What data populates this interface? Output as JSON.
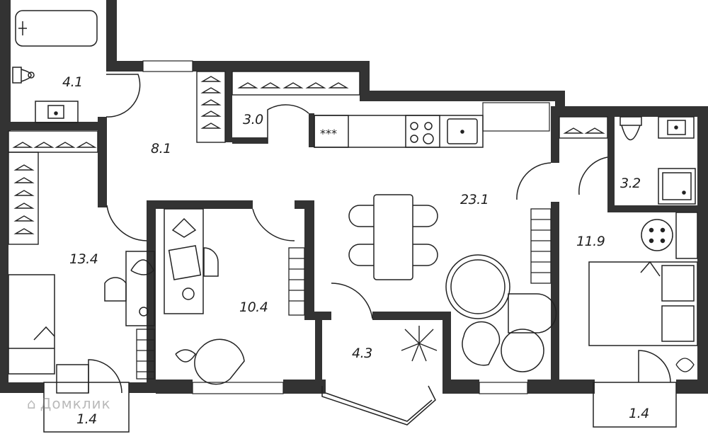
{
  "rooms": {
    "bathroom": "4.1",
    "hall": "8.1",
    "closet": "3.0",
    "living_kitchen": "23.1",
    "bath_small": "3.2",
    "bedroom_left": "13.4",
    "study": "10.4",
    "bay": "4.3",
    "bedroom_right": "11.9",
    "balcony_left": "1.4",
    "balcony_right": "1.4"
  },
  "kitchen": {
    "hob_symbol": "***"
  },
  "watermark": {
    "text": "Домклик",
    "icon": "house-logo-icon"
  },
  "colors": {
    "wall": "#333333",
    "line": "#222222",
    "background": "#ffffff"
  }
}
